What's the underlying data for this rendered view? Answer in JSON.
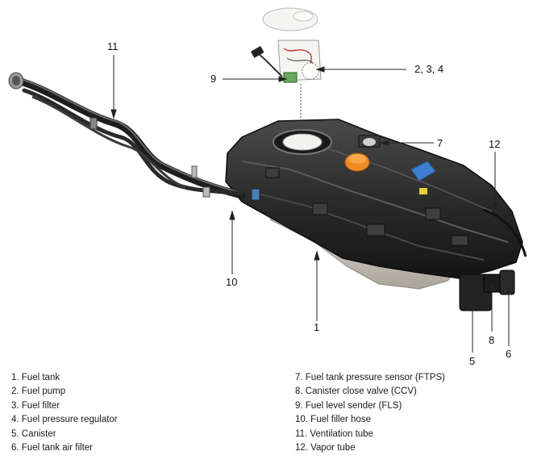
{
  "callouts": {
    "c1": "1",
    "c234": "2, 3, 4",
    "c5": "5",
    "c6": "6",
    "c7": "7",
    "c8": "8",
    "c9": "9",
    "c10": "10",
    "c11": "11",
    "c12": "12"
  },
  "legend": {
    "left": [
      "1. Fuel tank",
      "2. Fuel pump",
      "3. Fuel filter",
      "4. Fuel pressure regulator",
      "5. Canister",
      "6. Fuel tank air filter"
    ],
    "right": [
      "7. Fuel tank pressure sensor (FTPS)",
      "8. Canister close valve (CCV)",
      "9. Fuel level sender (FLS)",
      "10. Fuel filler hose",
      "11. Ventilation tube",
      "12. Vapor tube"
    ]
  },
  "colors": {
    "tank": "#2b2b2b",
    "tank_shadow": "#161616",
    "shield": "#cfcac0",
    "cap": "#f08a24",
    "label_blue": "#3f7fd0",
    "pump": "#f4f4f2",
    "leader": "#222222"
  }
}
